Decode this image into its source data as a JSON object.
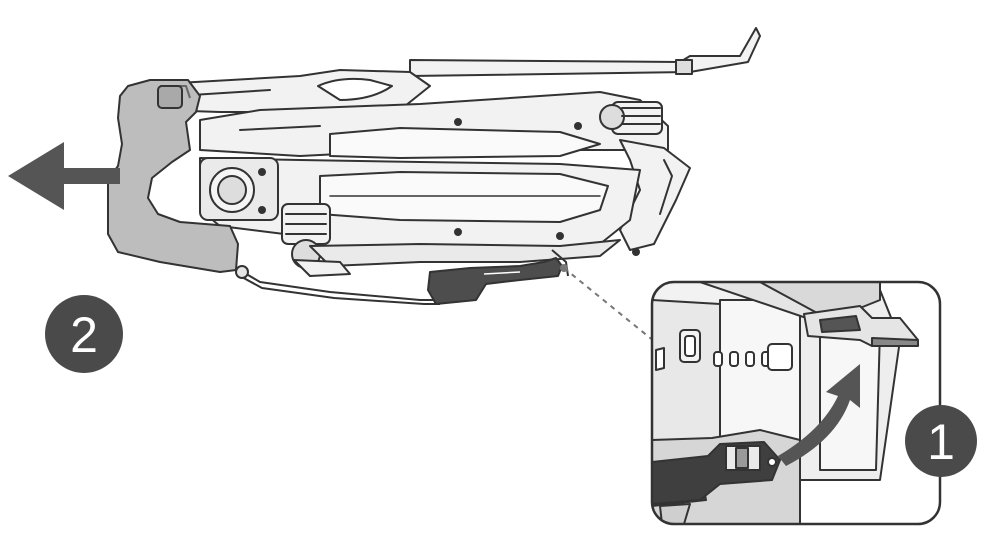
{
  "diagram": {
    "steps": [
      {
        "label": "1",
        "instruction": "lift-clip"
      },
      {
        "label": "2",
        "instruction": "slide-off-guard"
      }
    ],
    "colors": {
      "line": "#333333",
      "fill_light": "#f2f2f2",
      "guard_fill": "#bdbdbd",
      "badge_fill": "#4a4a4a",
      "arrow_fill": "#555555",
      "leader_line": "#777777"
    },
    "icons": [
      "arrow-left-icon",
      "arrow-curved-up-icon"
    ]
  }
}
